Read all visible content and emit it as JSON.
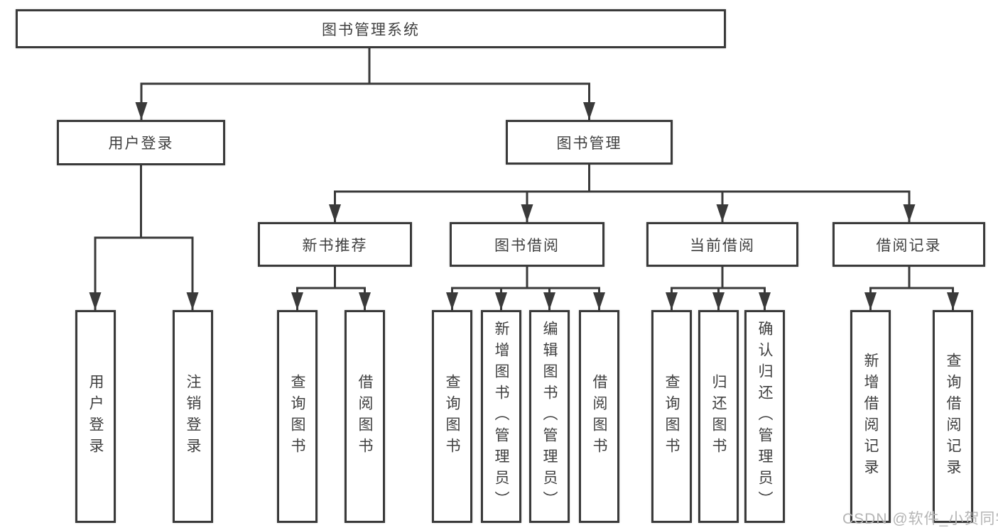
{
  "diagram": {
    "watermark": "CSDN @软件_小贺同学",
    "colors": {
      "line": "#3a3a3a",
      "box_border": "#3a3a3a",
      "text": "#3f3f3f",
      "watermark": "#b5b5b5",
      "background": "#ffffff"
    },
    "root": {
      "label": "图书管理系统"
    },
    "level2": [
      {
        "label": "用户登录"
      },
      {
        "label": "图书管理"
      }
    ],
    "level3": [
      {
        "label": "新书推荐",
        "parent": "图书管理"
      },
      {
        "label": "图书借阅",
        "parent": "图书管理"
      },
      {
        "label": "当前借阅",
        "parent": "图书管理"
      },
      {
        "label": "借阅记录",
        "parent": "图书管理"
      }
    ],
    "leaves": [
      {
        "label": "用户登录",
        "parent": "用户登录"
      },
      {
        "label": "注销登录",
        "parent": "用户登录"
      },
      {
        "label": "查询图书",
        "parent": "新书推荐"
      },
      {
        "label": "借阅图书",
        "parent": "新书推荐"
      },
      {
        "label": "查询图书",
        "parent": "图书借阅"
      },
      {
        "label": "新增图书（管理员）",
        "parent": "图书借阅"
      },
      {
        "label": "编辑图书（管理员）",
        "parent": "图书借阅"
      },
      {
        "label": "借阅图书",
        "parent": "图书借阅"
      },
      {
        "label": "查询图书",
        "parent": "当前借阅"
      },
      {
        "label": "归还图书",
        "parent": "当前借阅"
      },
      {
        "label": "确认归还（管理员）",
        "parent": "当前借阅"
      },
      {
        "label": "新增借阅记录",
        "parent": "借阅记录"
      },
      {
        "label": "查询借阅记录",
        "parent": "借阅记录"
      }
    ]
  }
}
